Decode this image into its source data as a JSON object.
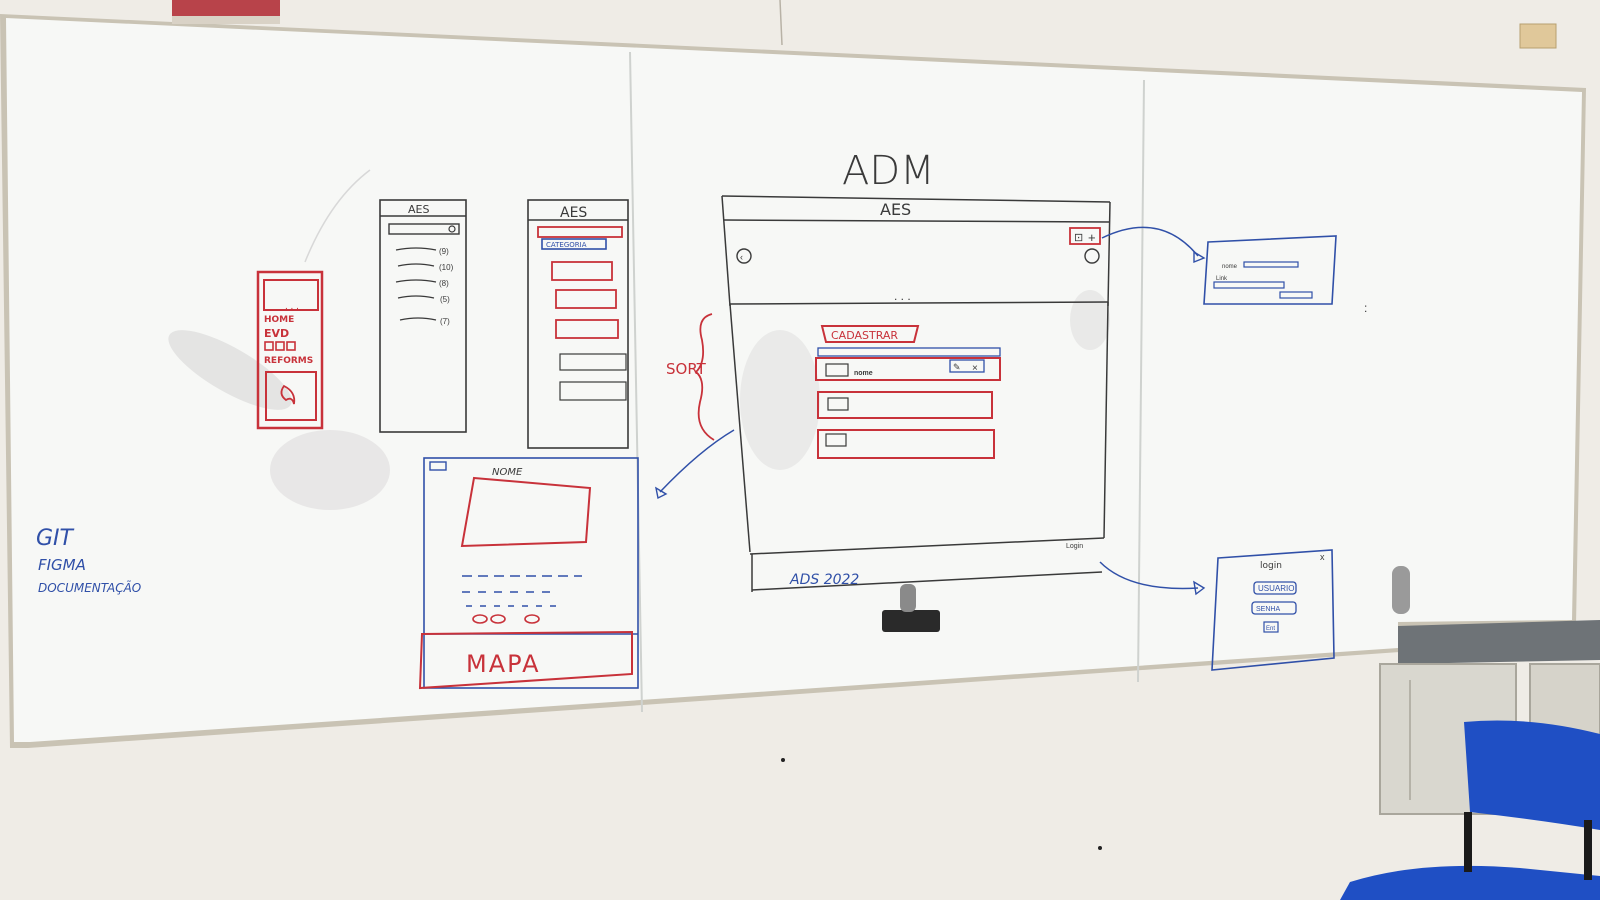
{
  "colors": {
    "wall": "#efece6",
    "board": "#f7f8f6",
    "frame": "#c9c3b4",
    "marker_red": "#c8323a",
    "marker_blue": "#3050a8",
    "marker_black": "#3a3a3a",
    "chair_blue": "#1f4fc4"
  },
  "board": {
    "left_panel": {
      "notes": [
        "GIT",
        "FIGMA",
        "DOCUMENTAÇÃO"
      ],
      "mobile_menu": {
        "items": [
          "HOME",
          "EVD",
          "REFORMS"
        ]
      },
      "list_screen": {
        "title": "AES",
        "counts": [
          "(9)",
          "(10)",
          "(8)",
          "(5)",
          "(7)"
        ]
      },
      "category_screen": {
        "title": "AES",
        "label": "CATEGORIA"
      },
      "detail_screen": {
        "title": "NOME",
        "map_label": "MAPA"
      }
    },
    "middle_panel": {
      "heading": "ADM",
      "window_title": "AES",
      "sort_label": "SORT",
      "register_button": "CADASTRAR",
      "footer": "ADS 2022",
      "row_label": "nome",
      "link_label": "Login"
    },
    "right_panel": {
      "top_card_labels": [
        "nome",
        "Link"
      ],
      "login_card": {
        "title": "login",
        "close": "x",
        "user_field": "USUARIO",
        "password_field": "SENHA",
        "submit": "Ent"
      }
    }
  }
}
